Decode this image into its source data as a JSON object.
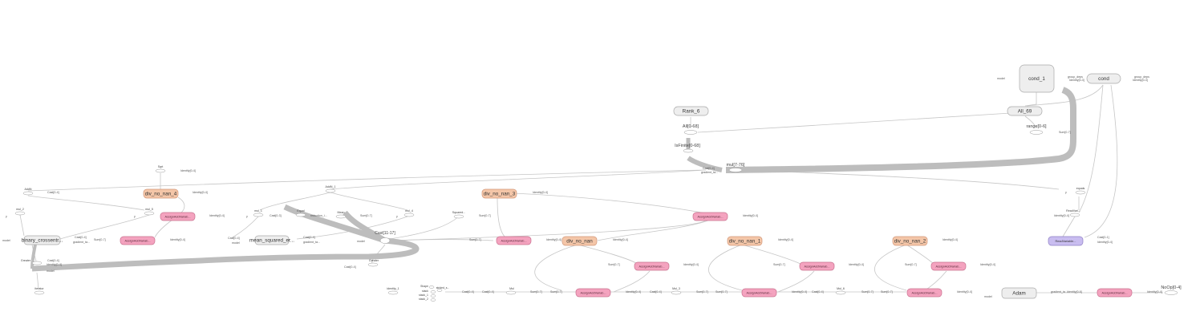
{
  "colors": {
    "edge": "#bdbdbd",
    "edge_heavy": "#b8b8b8",
    "text": "#333333",
    "small_text": "#555555",
    "meta_fill": "#eeeeee",
    "meta_stroke": "#aaaaaa",
    "op_fill": "#f5f5f5",
    "op_stroke": "#999999",
    "orange_fill": "#f4c6a8",
    "orange_stroke": "#d2977a",
    "pink_fill": "#f4a3bf",
    "pink_stroke": "#c9718f",
    "purple_fill": "#c9bdf0",
    "purple_stroke": "#8f7fc4"
  },
  "nodes": [
    {
      "id": "cond_1",
      "label": "cond_1",
      "kind": "meta"
    },
    {
      "id": "cond",
      "label": "cond",
      "kind": "meta"
    },
    {
      "id": "rank_6",
      "label": "Rank_6",
      "kind": "meta"
    },
    {
      "id": "all_69",
      "label": "All_69",
      "kind": "meta"
    },
    {
      "id": "div_no_nan_4",
      "label": "div_no_nan_4",
      "kind": "orange"
    },
    {
      "id": "div_no_nan_3",
      "label": "div_no_nan_3",
      "kind": "orange"
    },
    {
      "id": "div_no_nan",
      "label": "div_no_nan",
      "kind": "orange"
    },
    {
      "id": "div_no_nan_1",
      "label": "div_no_nan_1",
      "kind": "orange"
    },
    {
      "id": "div_no_nan_2",
      "label": "div_no_nan_2",
      "kind": "orange"
    },
    {
      "id": "binary_crossentropy",
      "label": "binary_crossentr...",
      "kind": "meta"
    },
    {
      "id": "mean_squared_error",
      "label": "mean_squared_er...",
      "kind": "meta"
    },
    {
      "id": "adam",
      "label": "Adam",
      "kind": "meta"
    },
    {
      "id": "readvariable",
      "label": "ReadVariable...",
      "kind": "purple"
    },
    {
      "id": "assign_a",
      "label": "AssignAddVariab...",
      "kind": "pink"
    },
    {
      "id": "assign_b",
      "label": "AssignAddVariab...",
      "kind": "pink"
    },
    {
      "id": "assign_c",
      "label": "AssignAddVariab...",
      "kind": "pink"
    },
    {
      "id": "assign_d",
      "label": "AssignAddVariab...",
      "kind": "pink"
    },
    {
      "id": "assign_e",
      "label": "AssignAddVariab...",
      "kind": "pink"
    },
    {
      "id": "assign_f",
      "label": "AssignAddVariab...",
      "kind": "pink"
    },
    {
      "id": "assign_g",
      "label": "AssignAddVariab...",
      "kind": "pink"
    },
    {
      "id": "assign_h",
      "label": "AssignAddVariab...",
      "kind": "pink"
    },
    {
      "id": "assign_i",
      "label": "AssignAddVariab...",
      "kind": "pink"
    },
    {
      "id": "assign_j",
      "label": "AssignAddVariab...",
      "kind": "pink"
    },
    {
      "id": "assign_k",
      "label": "AssignAddVariab...",
      "kind": "pink"
    }
  ],
  "ops": [
    {
      "id": "all_0_68",
      "label": "All[0-68]"
    },
    {
      "id": "isfinite_0_68",
      "label": "IsFinite[0-68]"
    },
    {
      "id": "mul_7_76",
      "label": "mul[7-76]"
    },
    {
      "id": "range_0_6",
      "label": "range[0-6]"
    },
    {
      "id": "cast_11_17",
      "label": "Cast[11-17]"
    },
    {
      "id": "noop_0_4",
      "label": "NoOp[0-4]"
    },
    {
      "id": "addn",
      "label": "AddN"
    },
    {
      "id": "mul_2",
      "label": "mul_2"
    },
    {
      "id": "mul_5",
      "label": "mul_5"
    },
    {
      "id": "sqrt",
      "label": "Sqrt"
    },
    {
      "id": "addn_1",
      "label": "AddN_1"
    },
    {
      "id": "mul_1",
      "label": "mul_1"
    },
    {
      "id": "mul_4",
      "label": "mul_4"
    },
    {
      "id": "equal",
      "label": "Equal"
    },
    {
      "id": "mean",
      "label": "Mean"
    },
    {
      "id": "squared",
      "label": "Squared..."
    },
    {
      "id": "identity_1",
      "label": "identity_1"
    },
    {
      "id": "greater",
      "label": "Greater"
    },
    {
      "id": "greater_l",
      "label": "Greater"
    },
    {
      "id": "iterator",
      "label": "iterator"
    },
    {
      "id": "shape",
      "label": "Shape"
    },
    {
      "id": "strided",
      "label": "strided_s..."
    },
    {
      "id": "stack",
      "label": "stack"
    },
    {
      "id": "stack_1",
      "label": "stack_1"
    },
    {
      "id": "stack_2",
      "label": "stack_2"
    },
    {
      "id": "mul_op",
      "label": "Mul"
    },
    {
      "id": "mul_3",
      "label": "Mul_3"
    },
    {
      "id": "mul_6",
      "label": "Mul_6"
    },
    {
      "id": "readvar",
      "label": "ReadVari..."
    },
    {
      "id": "equals",
      "label": "equals"
    }
  ],
  "annotations": {
    "model": "model",
    "group_deps": "group_deps",
    "identity_0_3": "Identity[0-3]",
    "identity_0_4": "Identity[0-4]",
    "identity_0_6": "Identity[0-6]",
    "identity_0_5": "Identity[0-5]",
    "cast_0_4": "Cast[0-4]",
    "cast_0_3": "Cast[0-3]",
    "cast_0_1": "Cast[0-1]",
    "sum_0_7": "Sum[0-7]",
    "gradient_ta": "gradient_ta...",
    "gradient_to": "gradient_to...",
    "identity_0_4b": "Identity[0-4]",
    "reduction_i": "reduction_i...",
    "y": "y"
  }
}
